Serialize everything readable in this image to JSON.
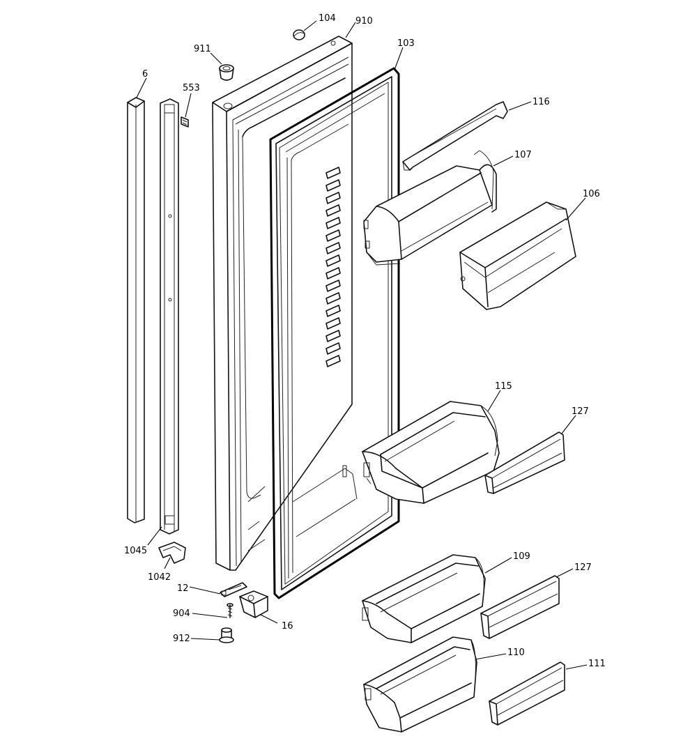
{
  "diagram": {
    "labels": {
      "p104": "104",
      "p910": "910",
      "p911": "911",
      "p103": "103",
      "p6": "6",
      "p553": "553",
      "p116": "116",
      "p107": "107",
      "p106": "106",
      "p115": "115",
      "p127a": "127",
      "p1045": "1045",
      "p1042": "1042",
      "p12": "12",
      "p904": "904",
      "p16": "16",
      "p912": "912",
      "p109": "109",
      "p127b": "127",
      "p110": "110",
      "p111": "111"
    }
  }
}
